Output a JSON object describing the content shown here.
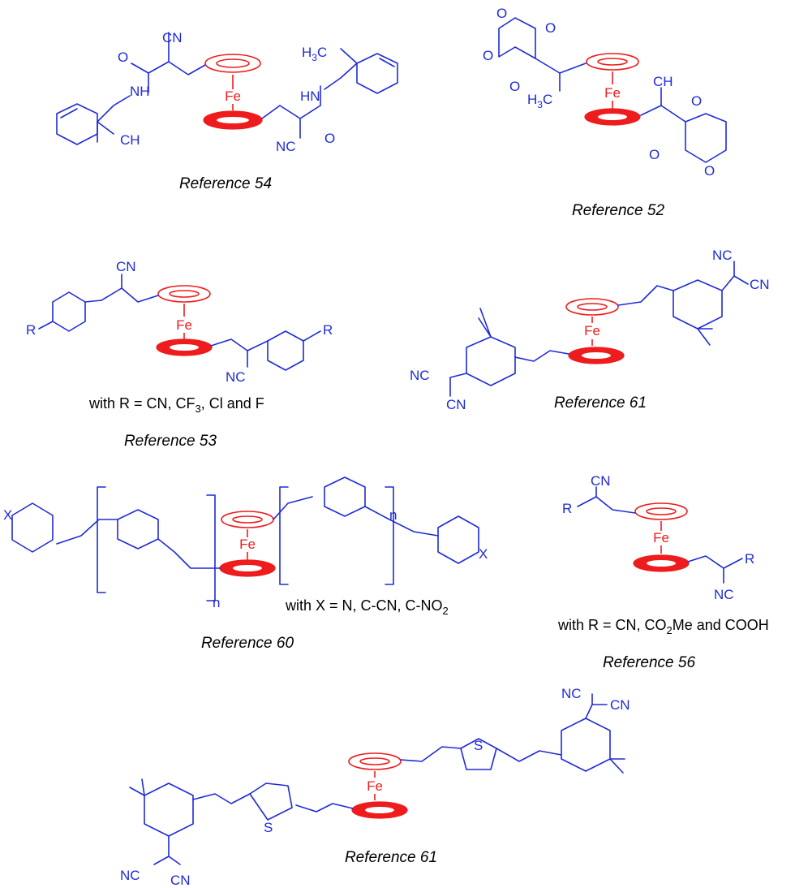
{
  "colors": {
    "ferrocene": "#ee1c1c",
    "substituent": "#1f2bd6",
    "text": "#000000"
  },
  "atoms": {
    "fe": "Fe",
    "cn": "CN",
    "nc": "NC",
    "nh": "NH",
    "hn": "HN",
    "o": "O",
    "s": "S",
    "x": "X",
    "r": "R",
    "n": "n",
    "ch3": "CH",
    "h3c_h": "H",
    "h3c_c": "C",
    "sub3": "3"
  },
  "structures": [
    {
      "caption": "Reference 54"
    },
    {
      "caption": "Reference 52"
    },
    {
      "caption": "Reference 53",
      "note": {
        "prefix": "with R = CN, CF",
        "sub": "3",
        "suffix": ", Cl and F"
      }
    },
    {
      "caption": "Reference 61"
    },
    {
      "caption": "Reference 60",
      "note": {
        "prefix": "with X = N, C-CN, C-NO",
        "sub": "2",
        "suffix": ""
      }
    },
    {
      "caption": "Reference 56",
      "note": {
        "prefix": "with R = CN, CO",
        "sub": "2",
        "suffix": "Me and COOH"
      }
    },
    {
      "caption": "Reference 61"
    }
  ]
}
